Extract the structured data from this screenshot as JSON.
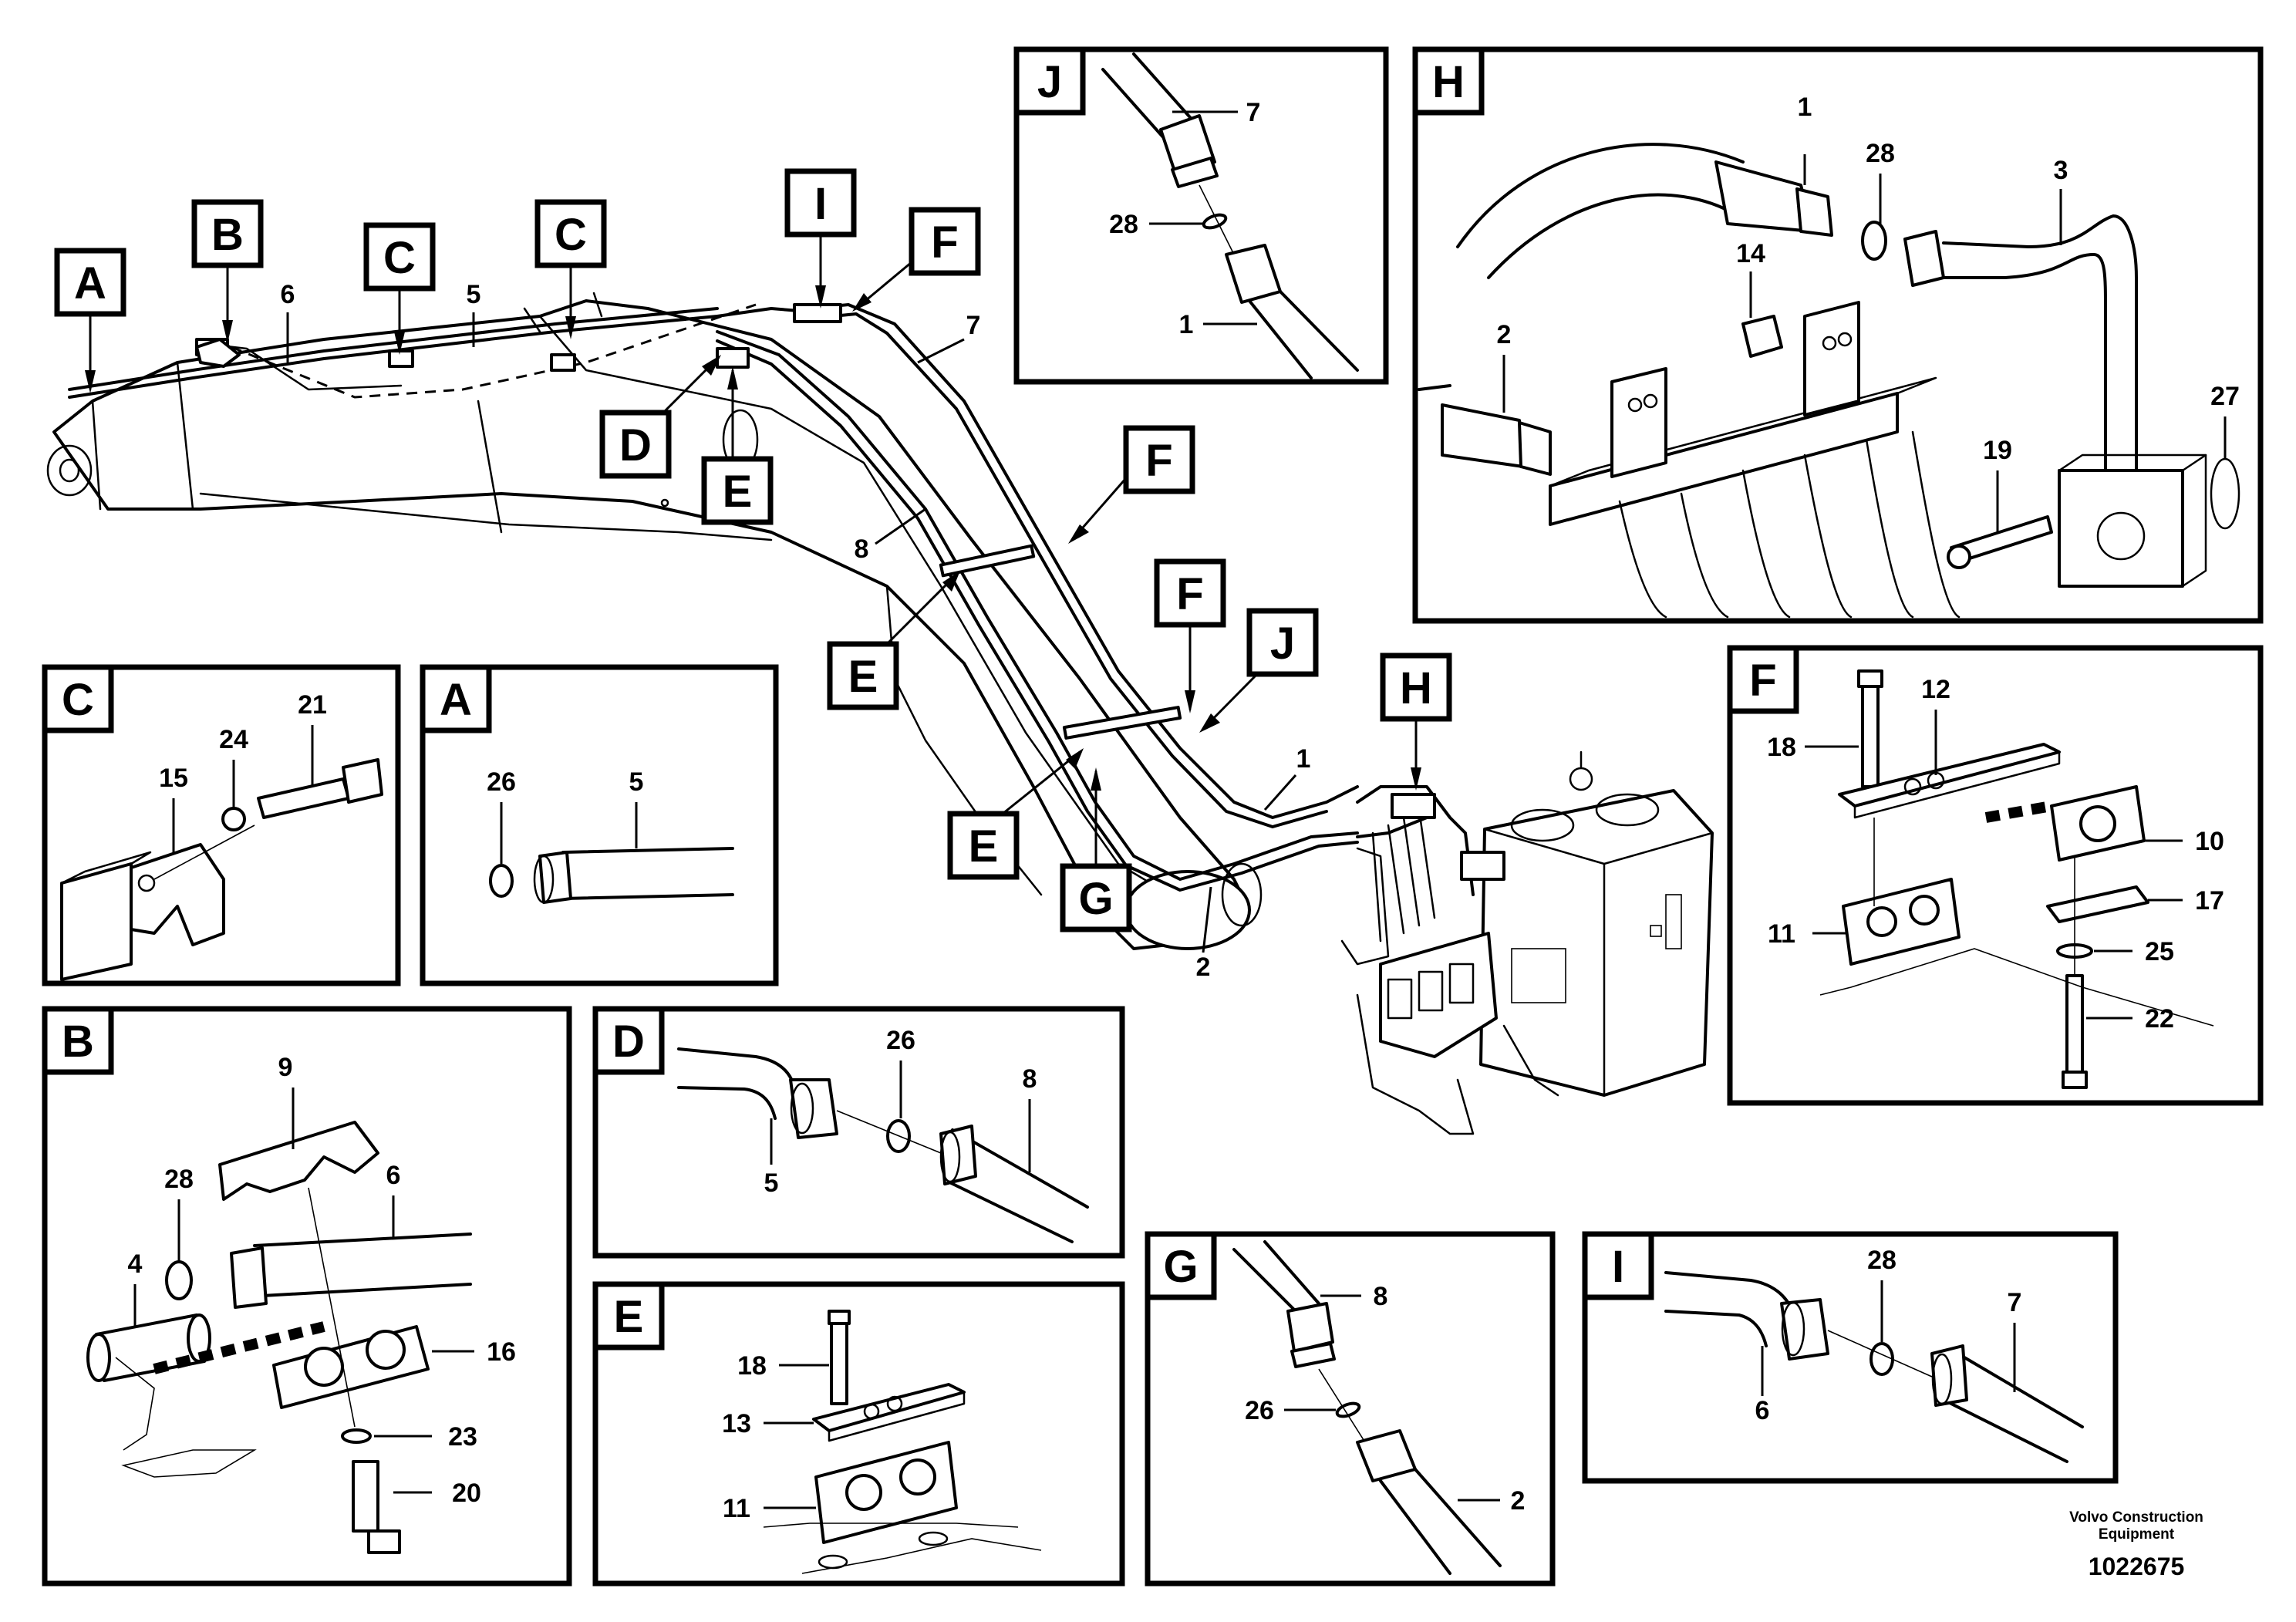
{
  "main_view": {
    "callouts": {
      "A": "A",
      "B": "B",
      "C1": "C",
      "C2": "C",
      "D": "D",
      "E1": "E",
      "E2": "E",
      "E3": "E",
      "F1": "F",
      "F2": "F",
      "F3": "F",
      "G": "G",
      "H": "H",
      "I": "I",
      "J": "J"
    },
    "numbers": {
      "n6": "6",
      "n5": "5",
      "n7": "7",
      "n8": "8",
      "n1": "1",
      "n2": "2"
    }
  },
  "detail_J": {
    "title": "J",
    "labels": {
      "n7": "7",
      "n28": "28",
      "n1": "1"
    }
  },
  "detail_H": {
    "title": "H",
    "labels": {
      "n1": "1",
      "n28": "28",
      "n3": "3",
      "n14": "14",
      "n2": "2",
      "n27": "27",
      "n19": "19"
    }
  },
  "detail_C": {
    "title": "C",
    "labels": {
      "n15": "15",
      "n24": "24",
      "n21": "21"
    }
  },
  "detail_A": {
    "title": "A",
    "labels": {
      "n26": "26",
      "n5": "5"
    }
  },
  "detail_F": {
    "title": "F",
    "labels": {
      "n18": "18",
      "n12": "12",
      "n10": "10",
      "n17": "17",
      "n11": "11",
      "n25": "25",
      "n22": "22"
    }
  },
  "detail_B": {
    "title": "B",
    "labels": {
      "n9": "9",
      "n28": "28",
      "n6": "6",
      "n4": "4",
      "n16": "16",
      "n23": "23",
      "n20": "20"
    }
  },
  "detail_D": {
    "title": "D",
    "labels": {
      "n26": "26",
      "n8": "8",
      "n5": "5"
    }
  },
  "detail_E": {
    "title": "E",
    "labels": {
      "n18": "18",
      "n13": "13",
      "n11": "11"
    }
  },
  "detail_G": {
    "title": "G",
    "labels": {
      "n8": "8",
      "n26": "26",
      "n2": "2"
    }
  },
  "detail_I": {
    "title": "I",
    "labels": {
      "n28": "28",
      "n7": "7",
      "n6": "6"
    }
  },
  "footer": {
    "company_line1": "Volvo Construction",
    "company_line2": "Equipment",
    "doc_number": "1022675"
  }
}
